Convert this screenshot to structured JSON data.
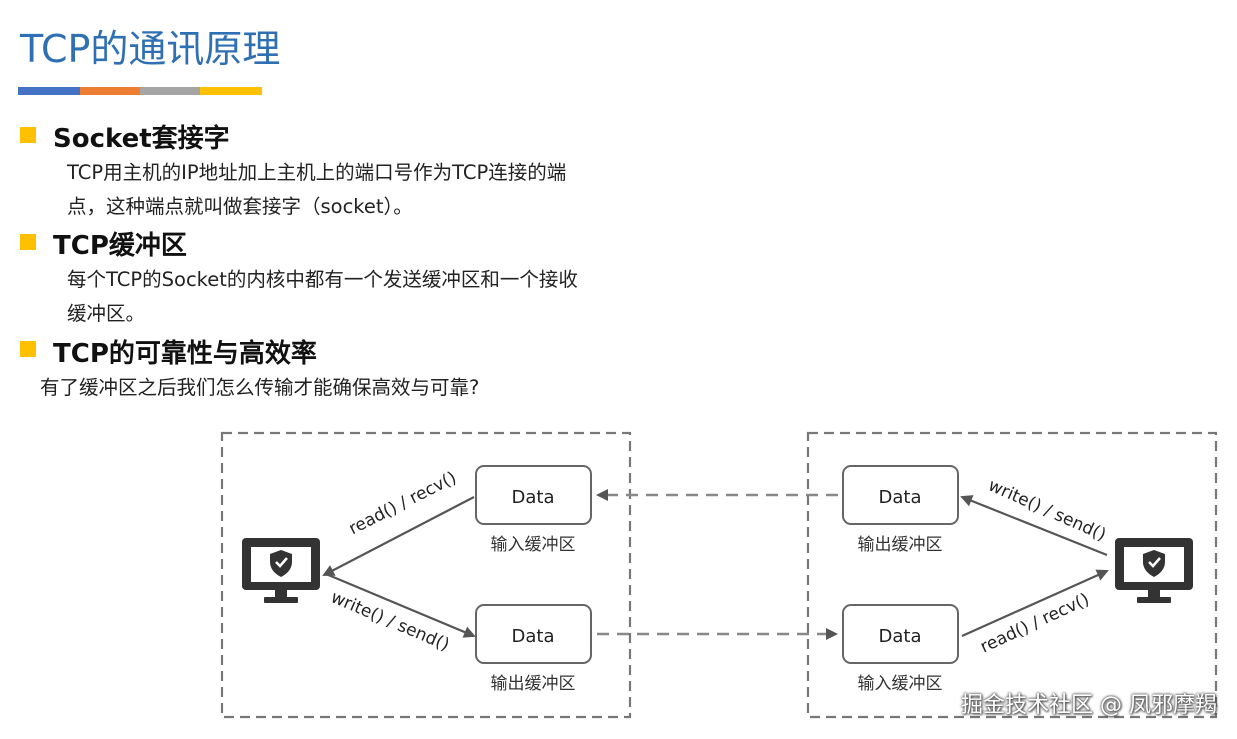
{
  "title": "TCP的通讯原理",
  "title_bar_colors": [
    "#4472c4",
    "#ed7d31",
    "#a5a5a5",
    "#ffc000"
  ],
  "bullet_color": "#ffc000",
  "sections": [
    {
      "heading": "Socket套接字",
      "lines": [
        "TCP用主机的IP地址加上主机上的端口号作为TCP连接的端",
        "点，这种端点就叫做套接字（socket）。"
      ]
    },
    {
      "heading": "TCP缓冲区",
      "lines": [
        "每个TCP的Socket的内核中都有一个发送缓冲区和一个接收",
        "缓冲区。"
      ]
    },
    {
      "heading": "TCP的可靠性与高效率",
      "lines": []
    }
  ],
  "question": "有了缓冲区之后我们怎么传输才能确保高效与可靠?",
  "diagram": {
    "left_host": {
      "top_box": "Data",
      "top_buffer": "输入缓冲区",
      "bottom_box": "Data",
      "bottom_buffer": "输出缓冲区",
      "read_label": "read() / recv()",
      "write_label": "write() / send()",
      "icon": "monitor-shield-icon"
    },
    "right_host": {
      "top_box": "Data",
      "top_buffer": "输出缓冲区",
      "bottom_box": "Data",
      "bottom_buffer": "输入缓冲区",
      "write_label": "write() / send()",
      "read_label": "read() / recv()",
      "icon": "monitor-shield-icon"
    }
  },
  "watermark": "掘金技术社区 @ 凤邪摩羯"
}
